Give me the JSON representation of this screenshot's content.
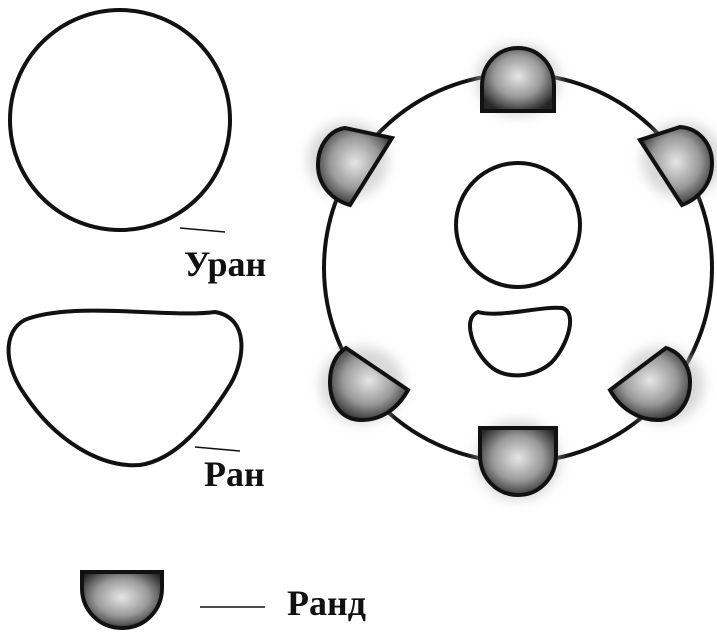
{
  "labels": {
    "uran": "Уран",
    "ran": "Ран",
    "rand": "Ранд"
  },
  "colors": {
    "stroke": "#111111",
    "shape_fill": "#ffffff",
    "segment_dark": "#2a2a2a",
    "segment_light": "#d9d9d9"
  }
}
